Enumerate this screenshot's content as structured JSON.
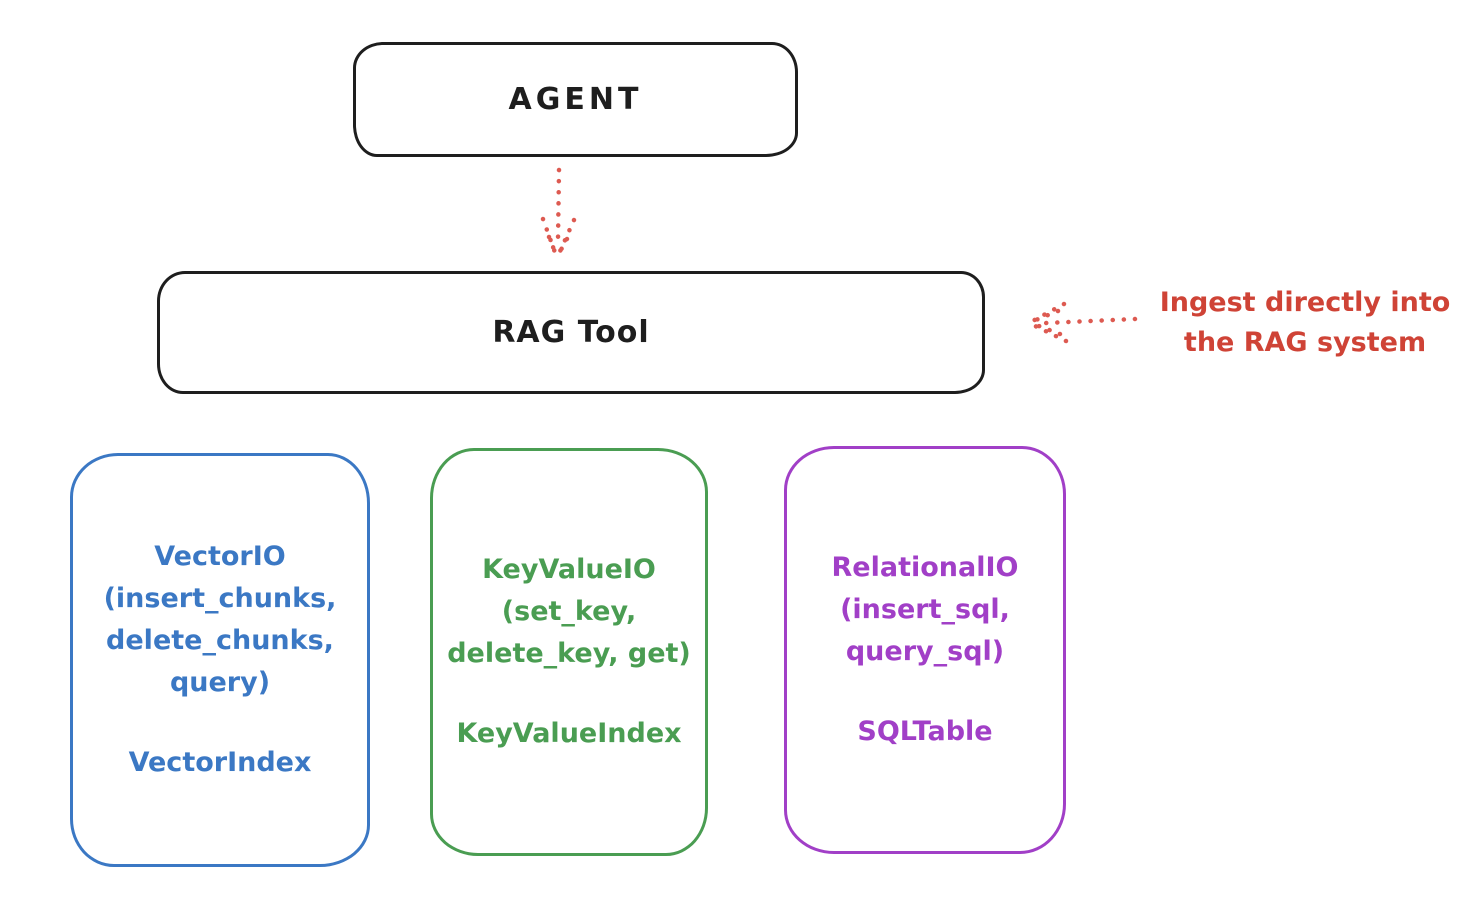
{
  "colors": {
    "outline_black": "#1e1e1e",
    "blue": "#3b78c4",
    "green": "#4a9d52",
    "purple": "#a13fc7",
    "red_text": "#cf4336",
    "red_arrow": "#dd5a51",
    "background": "#ffffff"
  },
  "nodes": {
    "agent": {
      "label": "AGENT"
    },
    "rag_tool": {
      "label": "RAG Tool"
    }
  },
  "annotation": {
    "line1": "Ingest directly into",
    "line2": "the RAG system"
  },
  "icons": {
    "agent_to_rag": "dotted-arrow-down-icon",
    "annotation_to_rag": "dotted-arrow-left-icon"
  },
  "cards": [
    {
      "name": "vector-io",
      "color": "#3b78c4",
      "lines": [
        "VectorIO",
        "(insert_chunks,",
        "delete_chunks,",
        "query)"
      ],
      "index_label": "VectorIndex"
    },
    {
      "name": "keyvalue-io",
      "color": "#4a9d52",
      "lines": [
        "KeyValueIO",
        "(set_key,",
        "delete_key, get)"
      ],
      "index_label": "KeyValueIndex"
    },
    {
      "name": "relational-io",
      "color": "#a13fc7",
      "lines": [
        "RelationalIO",
        "(insert_sql,",
        "query_sql)"
      ],
      "index_label": "SQLTable"
    }
  ]
}
